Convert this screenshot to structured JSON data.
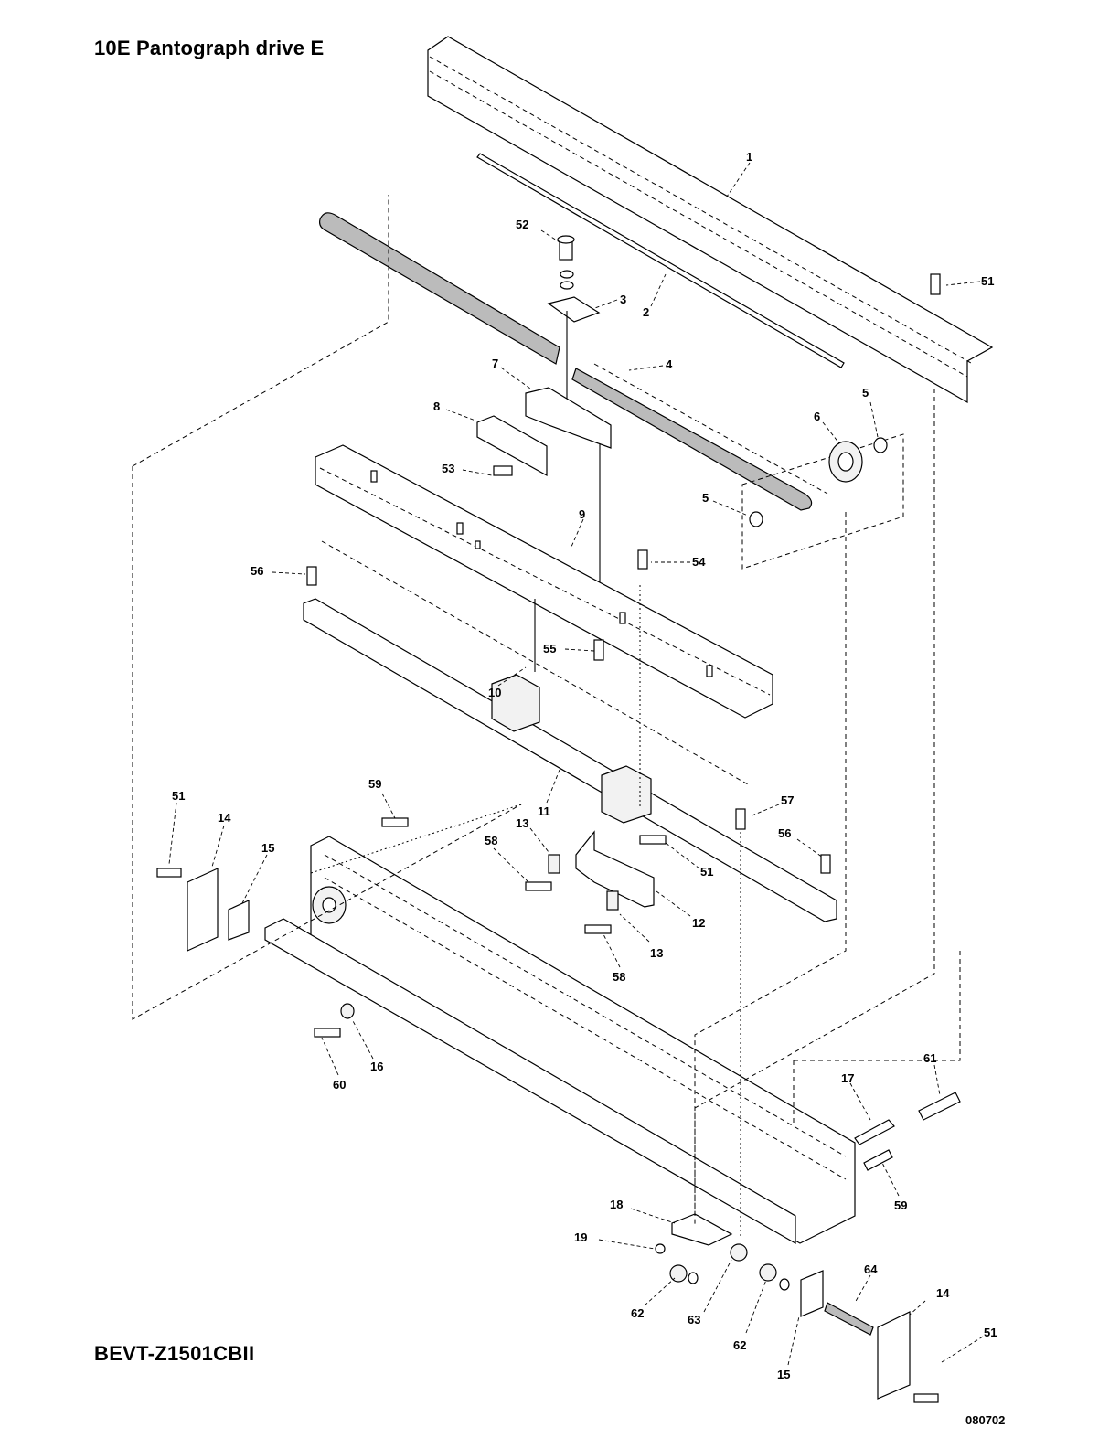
{
  "title": "10E  Pantograph drive E",
  "document_code": "BEVT-Z1501CBII",
  "date_code": "080702",
  "callouts": [
    {
      "id": "c1",
      "text": "1"
    },
    {
      "id": "c2",
      "text": "2"
    },
    {
      "id": "c3",
      "text": "3"
    },
    {
      "id": "c4",
      "text": "4"
    },
    {
      "id": "c5a",
      "text": "5"
    },
    {
      "id": "c5b",
      "text": "5"
    },
    {
      "id": "c6",
      "text": "6"
    },
    {
      "id": "c7",
      "text": "7"
    },
    {
      "id": "c8",
      "text": "8"
    },
    {
      "id": "c9",
      "text": "9"
    },
    {
      "id": "c10",
      "text": "10"
    },
    {
      "id": "c11",
      "text": "11"
    },
    {
      "id": "c12",
      "text": "12"
    },
    {
      "id": "c13a",
      "text": "13"
    },
    {
      "id": "c13b",
      "text": "13"
    },
    {
      "id": "c14a",
      "text": "14"
    },
    {
      "id": "c14b",
      "text": "14"
    },
    {
      "id": "c15a",
      "text": "15"
    },
    {
      "id": "c15b",
      "text": "15"
    },
    {
      "id": "c16",
      "text": "16"
    },
    {
      "id": "c17",
      "text": "17"
    },
    {
      "id": "c18",
      "text": "18"
    },
    {
      "id": "c19",
      "text": "19"
    },
    {
      "id": "c51a",
      "text": "51"
    },
    {
      "id": "c51b",
      "text": "51"
    },
    {
      "id": "c51c",
      "text": "51"
    },
    {
      "id": "c51d",
      "text": "51"
    },
    {
      "id": "c52",
      "text": "52"
    },
    {
      "id": "c53",
      "text": "53"
    },
    {
      "id": "c54",
      "text": "54"
    },
    {
      "id": "c55",
      "text": "55"
    },
    {
      "id": "c56a",
      "text": "56"
    },
    {
      "id": "c56b",
      "text": "56"
    },
    {
      "id": "c57",
      "text": "57"
    },
    {
      "id": "c58a",
      "text": "58"
    },
    {
      "id": "c58b",
      "text": "58"
    },
    {
      "id": "c59a",
      "text": "59"
    },
    {
      "id": "c59b",
      "text": "59"
    },
    {
      "id": "c60",
      "text": "60"
    },
    {
      "id": "c61",
      "text": "61"
    },
    {
      "id": "c62a",
      "text": "62"
    },
    {
      "id": "c62b",
      "text": "62"
    },
    {
      "id": "c63",
      "text": "63"
    },
    {
      "id": "c64",
      "text": "64"
    }
  ]
}
